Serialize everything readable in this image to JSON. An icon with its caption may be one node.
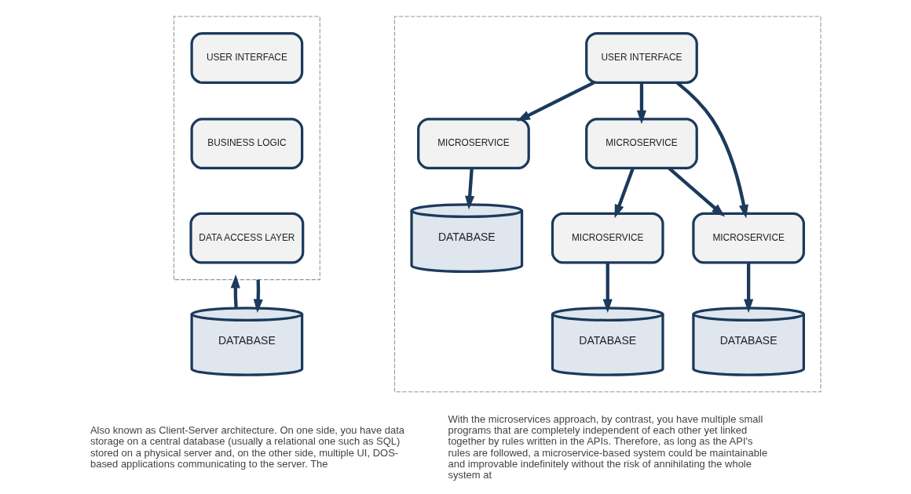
{
  "diagram": {
    "nodes": [
      {
        "text": [],
        "shape": "box"
      },
      {
        "text": [
          "USER INTERFACE"
        ],
        "in": 0
      },
      {
        "text": [
          "BUSINESS LOGIC"
        ],
        "in": 0
      },
      {
        "text": [
          "DATA ACCESS LAYER"
        ],
        "in": 0
      },
      {
        "text": [
          "DATABASE"
        ]
      },
      {
        "text": [],
        "shape": "box"
      },
      {
        "text": [
          "USER INTERFACE"
        ],
        "in": 5
      },
      {
        "text": [
          "MICROSERVICE"
        ],
        "in": 5
      },
      {
        "text": [
          "MICROSERVICE"
        ],
        "in": 5
      },
      {
        "text": [
          "MICROSERVICE"
        ],
        "in": 5
      },
      {
        "text": [
          "MICROSERVICE"
        ],
        "in": 5
      },
      {
        "text": [
          "DATABASE"
        ],
        "in": 5
      },
      {
        "text": [
          "DATABASE"
        ],
        "in": 5
      },
      {
        "text": [
          "DATABASE"
        ],
        "in": 5
      }
    ],
    "edges": [
      {
        "from": 4,
        "to": 0,
        "arrow": "to"
      },
      {
        "from": 0,
        "to": 4,
        "arrow": "to"
      },
      {
        "from": 6,
        "to": 7,
        "arrow": "to"
      },
      {
        "from": 6,
        "to": 8,
        "arrow": "to"
      },
      {
        "from": 6,
        "to": 9,
        "arrow": "to"
      },
      {
        "from": 7,
        "to": 9,
        "arrow": "to"
      },
      {
        "from": 7,
        "to": 10,
        "arrow": "to"
      },
      {
        "from": 8,
        "to": 11,
        "arrow": "to"
      },
      {
        "from": 9,
        "to": 12,
        "arrow": "to"
      },
      {
        "from": 10,
        "to": 13,
        "arrow": "to"
      }
    ],
    "labels": [
      "Also known as Client-Server architecture. On one side, you have data storage on a central database (usually a relational one such as SQL) stored on a physical server and, on the other side, multiple UI, DOS-based applications communicating to the server. The",
      "With the microservices approach, by contrast, you have multiple small programs that are completely independent of each other yet linked together by rules written in the APIs. Therefore, as long as the API's rules are followed, a microservice-based system could be maintainable and improvable indefinitely without the risk of annihilating the whole system at"
    ]
  }
}
